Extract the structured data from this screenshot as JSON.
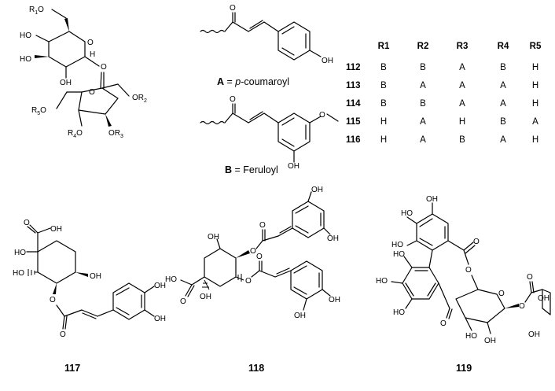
{
  "structure_labels": {
    "compound_117": "117",
    "compound_118": "118",
    "compound_119": "119"
  },
  "substituents": {
    "A": {
      "letter": "A",
      "rest_a": " = ",
      "italic": "p",
      "rest_b": "-coumaroyl"
    },
    "B": {
      "letter": "B",
      "rest": " = Feruloyl"
    }
  },
  "atoms": {
    "OH": "OH",
    "HO": "HO",
    "O": "O",
    "H": "H",
    "R1O": "R",
    "OR2": "OR",
    "OR3": "OR",
    "R4O": "R",
    "R5O": "R",
    "sub1": "1",
    "sub2": "2",
    "sub3": "3",
    "sub4": "4",
    "sub5": "5"
  },
  "table": {
    "headers": [
      "R1",
      "R2",
      "R3",
      "R4",
      "R5"
    ],
    "rows": [
      {
        "id": "112",
        "cells": [
          "B",
          "B",
          "A",
          "B",
          "H"
        ]
      },
      {
        "id": "113",
        "cells": [
          "B",
          "A",
          "A",
          "A",
          "H"
        ]
      },
      {
        "id": "114",
        "cells": [
          "B",
          "B",
          "A",
          "A",
          "H"
        ]
      },
      {
        "id": "115",
        "cells": [
          "H",
          "A",
          "H",
          "B",
          "A"
        ]
      },
      {
        "id": "116",
        "cells": [
          "H",
          "A",
          "B",
          "A",
          "H"
        ]
      }
    ]
  }
}
